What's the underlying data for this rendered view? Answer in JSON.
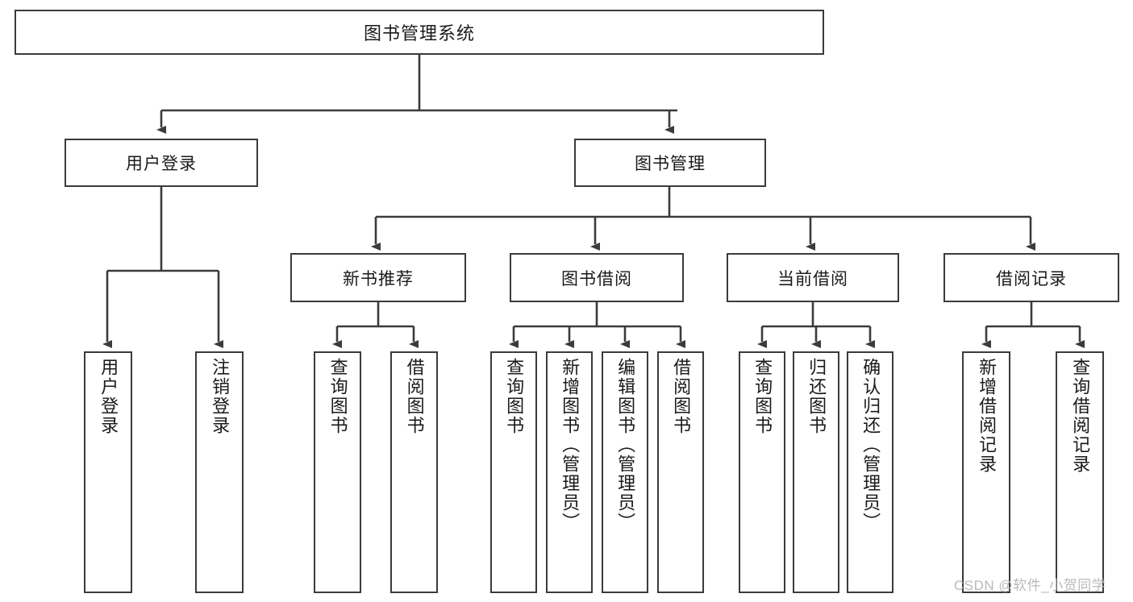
{
  "diagram": {
    "title": "图书管理系统",
    "type": "tree",
    "colors": {
      "box_border": "#3b3b3b",
      "box_fill": "#ffffff",
      "line": "#3b3b3b",
      "text": "#1a1a1a",
      "watermark": "#b9b9b9"
    },
    "root": {
      "label": "图书管理系统"
    },
    "level2": [
      {
        "label": "用户登录"
      },
      {
        "label": "图书管理"
      }
    ],
    "level3": [
      {
        "label": "新书推荐"
      },
      {
        "label": "图书借阅"
      },
      {
        "label": "当前借阅"
      },
      {
        "label": "借阅记录"
      }
    ],
    "leaves": {
      "user_login": [
        {
          "label": "用户登录"
        },
        {
          "label": "注销登录"
        }
      ],
      "new_book_recommend": [
        {
          "label": "查询图书"
        },
        {
          "label": "借阅图书"
        }
      ],
      "book_borrow": [
        {
          "label": "查询图书"
        },
        {
          "label": "新增图书（管理员）"
        },
        {
          "label": "编辑图书（管理员）"
        },
        {
          "label": "借阅图书"
        }
      ],
      "current_borrow": [
        {
          "label": "查询图书"
        },
        {
          "label": "归还图书"
        },
        {
          "label": "确认归还（管理员）"
        }
      ],
      "borrow_record": [
        {
          "label": "新增借阅记录"
        },
        {
          "label": "查询借阅记录"
        }
      ]
    },
    "watermark": "CSDN @软件_小贺同学"
  }
}
